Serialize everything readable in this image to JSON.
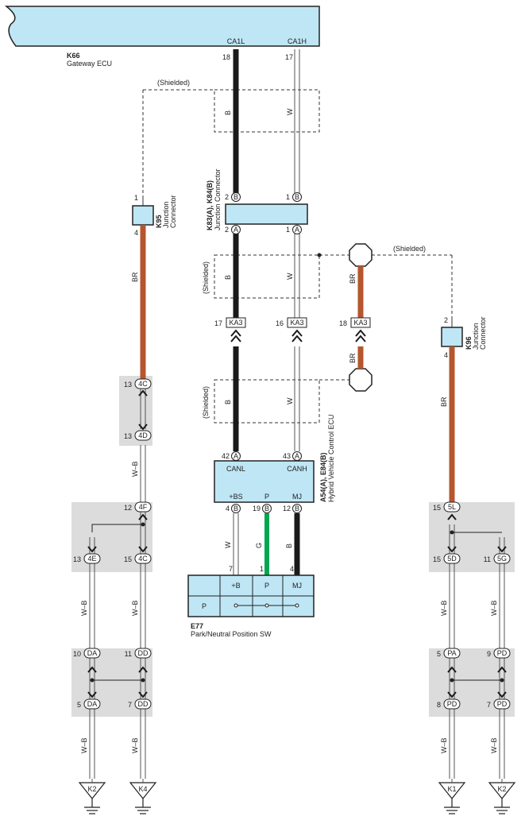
{
  "gateway": {
    "code": "K66",
    "name": "Gateway ECU",
    "pin_left": "CA1L",
    "pin_right": "CA1H",
    "pin_left_no": "18",
    "pin_right_no": "17"
  },
  "shielded_label": "(Shielded)",
  "wire_colors": {
    "B": "B",
    "W": "W",
    "BR": "BR",
    "WB": "W–B",
    "G": "G"
  },
  "k95": {
    "code": "K95",
    "name1": "Junction",
    "name2": "Connector",
    "pin_top": "1",
    "pin_bottom": "4"
  },
  "k96": {
    "code": "K96",
    "name1": "Junction",
    "name2": "Connector",
    "pin_top": "2",
    "pin_bottom": "4"
  },
  "k83": {
    "code": "K83(A), K84(B)",
    "name": "Junction Connector",
    "pins": {
      "b2": "2",
      "b1": "1",
      "a2": "2",
      "a1": "1"
    },
    "lb": "B",
    "la": "A"
  },
  "ka3": {
    "label": "KA3",
    "p17": "17",
    "p16": "16",
    "p18": "18"
  },
  "hv_ecu": {
    "code": "A54(A), E84(B)",
    "name": "Hybrid Vehicle Control ECU",
    "canl": "CANL",
    "canh": "CANH",
    "bs": "+BS",
    "p": "P",
    "mj": "MJ",
    "pin42": "42",
    "pin43": "43",
    "pin4": "4",
    "pin19": "19",
    "pin12": "12"
  },
  "e77": {
    "code": "E77",
    "name": "Park/Neutral Position SW",
    "p": "P",
    "bplus": "+B",
    "pp": "P",
    "mj": "MJ",
    "pin7": "7",
    "pin1": "1",
    "pin4": "4"
  },
  "connectors": {
    "4C": "4C",
    "4D": "4D",
    "4F": "4F",
    "4E": "4E",
    "DA": "DA",
    "DD": "DD",
    "5L": "5L",
    "5D": "5D",
    "5G": "5G",
    "PA": "PA",
    "PD": "PD"
  },
  "pins": {
    "n13": "13",
    "n12": "12",
    "n15": "15",
    "n10": "10",
    "n11": "11",
    "n5": "5",
    "n7": "7",
    "n9": "9",
    "n8": "8"
  },
  "grounds": {
    "k2": "K2",
    "k4": "K4",
    "k1": "K1"
  },
  "colors": {
    "ecu_fill": "#bfe6f5",
    "brown": "#b5562e",
    "green": "#00a651",
    "shade": "#dcdcdc",
    "black": "#1a1a1a"
  }
}
